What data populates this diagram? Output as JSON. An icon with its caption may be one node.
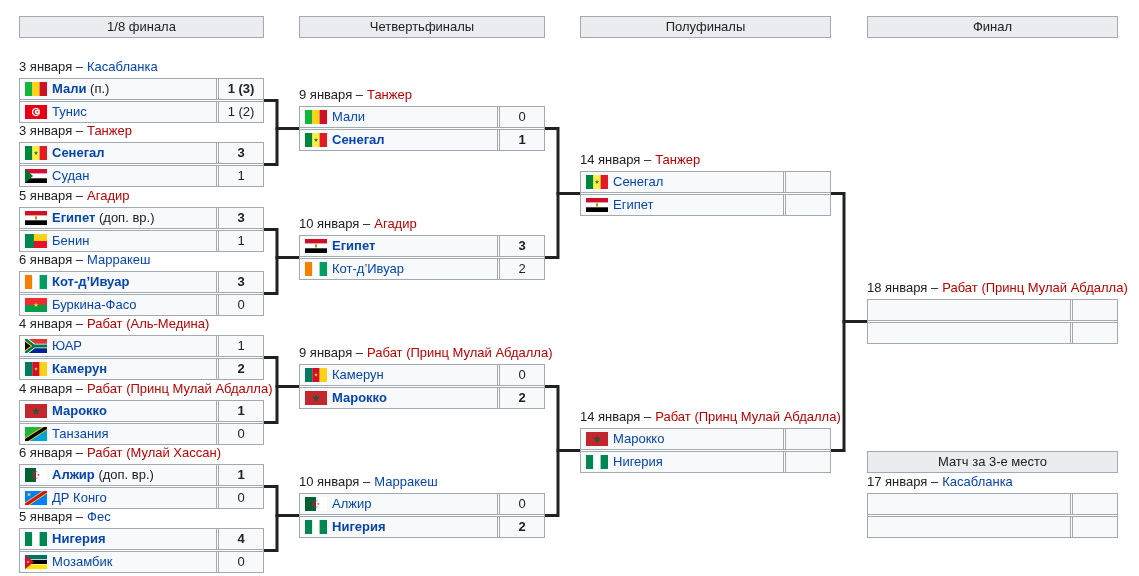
{
  "diagram": {
    "nodes": [
      {
        "text": [
          "1/8 финала"
        ]
      },
      {
        "text": [
          "Четвертьфиналы"
        ]
      },
      {
        "text": [
          "Полуфиналы"
        ]
      },
      {
        "text": [
          "Финал"
        ]
      },
      {
        "text": [
          "**Мали** (п.)",
          "1 (3)",
          "Тунис",
          "1 (2)"
        ],
        "beside": [
          "3 января –",
          "Касабланка"
        ]
      },
      {
        "text": [
          "Сенегал",
          "3",
          "Судан",
          "1"
        ],
        "beside": [
          "3 января –",
          "Танжер"
        ]
      },
      {
        "text": [
          "**Египет** (доп. вр.)",
          "3",
          "Бенин",
          "1"
        ],
        "beside": [
          "5 января –",
          "Агадир"
        ]
      },
      {
        "text": [
          "Кот-д’Ивуар",
          "3",
          "Буркина-Фасо",
          "0"
        ],
        "beside": [
          "6 января –",
          "Марракеш"
        ]
      },
      {
        "text": [
          "ЮАР",
          "1",
          "Камерун",
          "2"
        ],
        "beside": [
          "4 января –",
          "Рабат (Аль-Медина)"
        ]
      },
      {
        "text": [
          "Марокко",
          "1",
          "Танзания",
          "0"
        ],
        "beside": [
          "4 января –",
          "Рабат (Принц Мулай Абдалла)"
        ]
      },
      {
        "text": [
          "**Алжир** (доп. вр.)",
          "1",
          "ДР Конго",
          "0"
        ],
        "beside": [
          "6 января –",
          "Рабат (Мулай Хассан)"
        ]
      },
      {
        "text": [
          "Нигерия",
          "4",
          "Мозамбик",
          "0"
        ],
        "beside": [
          "5 января –",
          "Фес"
        ]
      },
      {
        "text": [
          "Мали",
          "0",
          "Сенегал",
          "1"
        ],
        "beside": [
          "9 января –",
          "Танжер"
        ]
      },
      {
        "text": [
          "Египет",
          "3",
          "Кот-д’Ивуар",
          "2"
        ],
        "beside": [
          "10 января –",
          "Агадир"
        ]
      },
      {
        "text": [
          "Камерун",
          "0",
          "Марокко",
          "2"
        ],
        "beside": [
          "9 января –",
          "Рабат (Принц Мулай Абдалла)"
        ]
      },
      {
        "text": [
          "Алжир",
          "0",
          "Нигерия",
          "2"
        ],
        "beside": [
          "10 января –",
          "Марракеш"
        ]
      },
      {
        "text": [
          "Сенегал",
          "Египет"
        ],
        "beside": [
          "14 января –",
          "Танжер"
        ]
      },
      {
        "text": [
          "Марокко",
          "Нигерия"
        ],
        "beside": [
          "14 января –",
          "Рабат (Принц Мулай Абдалла)"
        ]
      },
      {
        "text": [],
        "shape": "box",
        "beside": [
          "18 января –",
          "Рабат (Принц Мулай Абдалла)"
        ]
      },
      {
        "text": [
          "Матч за 3-е место"
        ]
      },
      {
        "text": [],
        "shape": "box",
        "beside": [
          "17 января –",
          "Касабланка"
        ]
      }
    ],
    "edges": [
      {
        "from": 4,
        "to": 12,
        "arrow": "none"
      },
      {
        "from": 5,
        "to": 12,
        "arrow": "none"
      },
      {
        "from": 6,
        "to": 13,
        "arrow": "none"
      },
      {
        "from": 7,
        "to": 13,
        "arrow": "none"
      },
      {
        "from": 8,
        "to": 14,
        "arrow": "none"
      },
      {
        "from": 9,
        "to": 14,
        "arrow": "none"
      },
      {
        "from": 10,
        "to": 15,
        "arrow": "none"
      },
      {
        "from": 11,
        "to": 15,
        "arrow": "none"
      },
      {
        "from": 12,
        "to": 16,
        "arrow": "none"
      },
      {
        "from": 13,
        "to": 16,
        "arrow": "none"
      },
      {
        "from": 14,
        "to": 17,
        "arrow": "none"
      },
      {
        "from": 15,
        "to": 17,
        "arrow": "none"
      },
      {
        "from": 16,
        "to": 18,
        "arrow": "none"
      },
      {
        "from": 17,
        "to": 18,
        "arrow": "none"
      }
    ]
  }
}
